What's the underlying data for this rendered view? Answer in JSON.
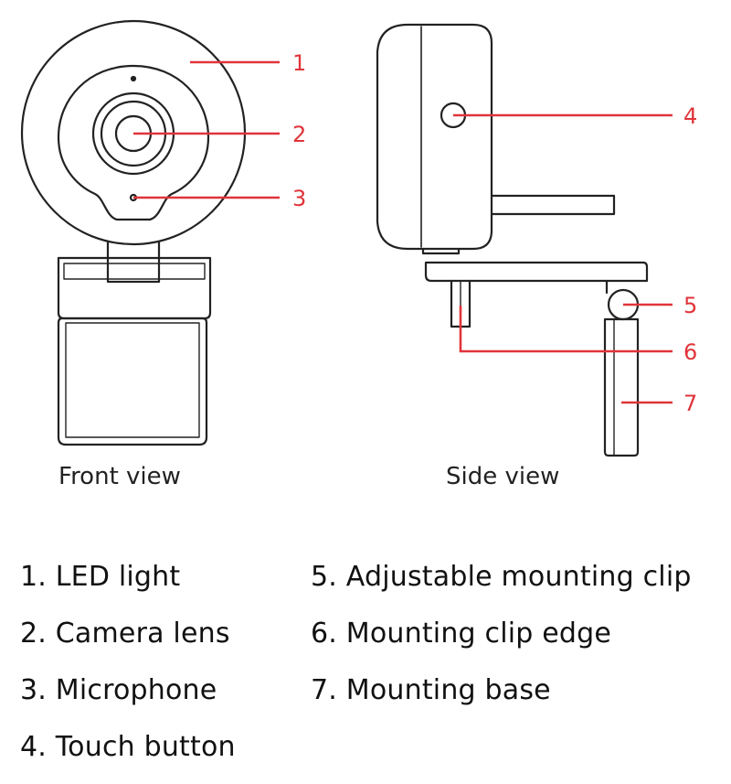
{
  "callouts": [
    "1",
    "2",
    "3",
    "4",
    "5",
    "6",
    "7"
  ],
  "captions": {
    "front": "Front view",
    "side": "Side view"
  },
  "legend": [
    "1. LED light",
    "2. Camera lens",
    "3. Microphone",
    "4. Touch button",
    "5. Adjustable mounting clip",
    "6. Mounting clip edge",
    "7. Mounting base"
  ],
  "colors": {
    "outline": "#222222",
    "callout": "#e0343a"
  }
}
